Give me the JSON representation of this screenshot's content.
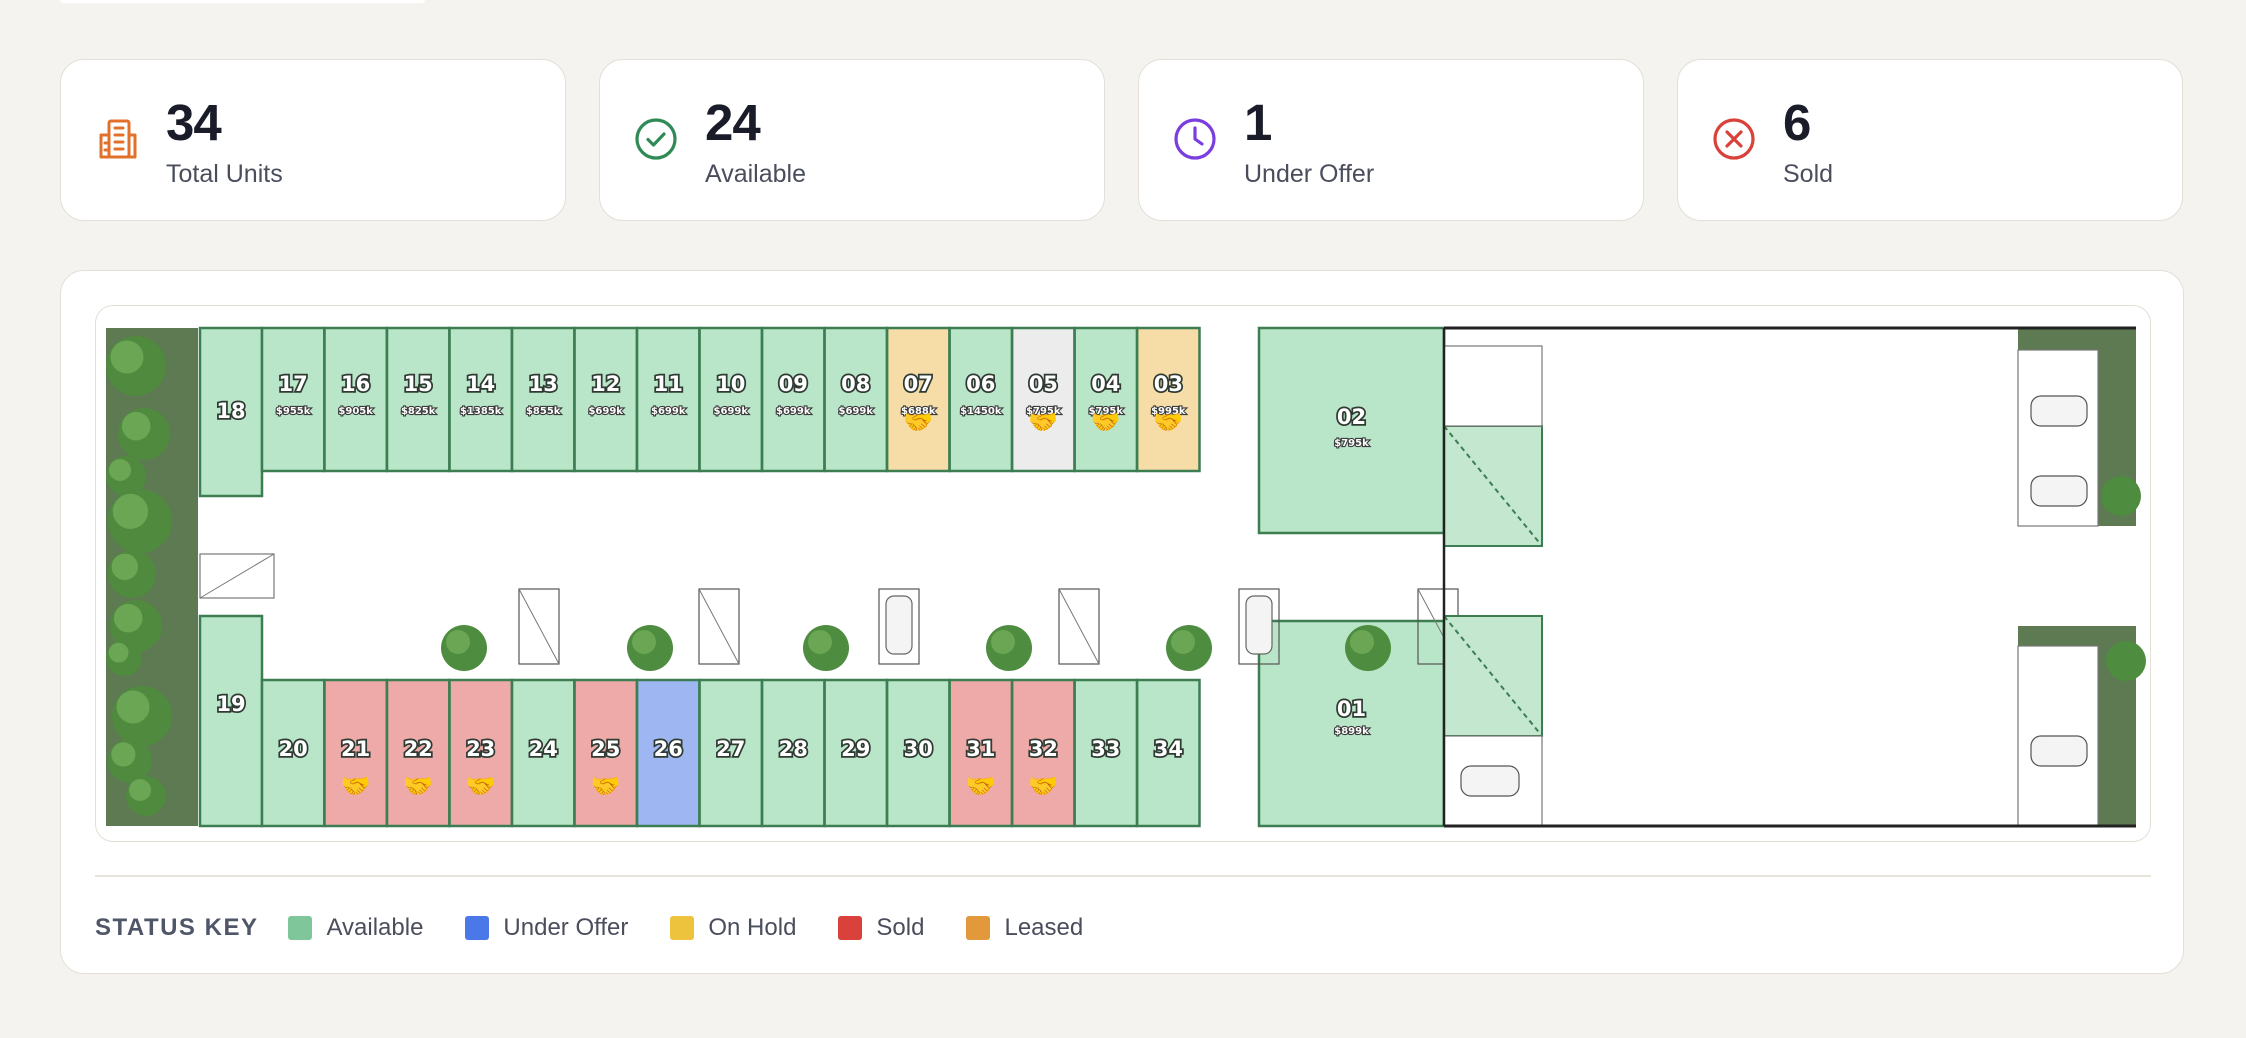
{
  "stats": [
    {
      "key": "total",
      "value": "34",
      "label": "Total Units",
      "icon": "building-icon",
      "color": "#e0702a"
    },
    {
      "key": "available",
      "value": "24",
      "label": "Available",
      "icon": "check-circle-icon",
      "color": "#2f8a55"
    },
    {
      "key": "under_offer",
      "value": "1",
      "label": "Under Offer",
      "icon": "clock-icon",
      "color": "#7a3ee0"
    },
    {
      "key": "sold",
      "value": "6",
      "label": "Sold",
      "icon": "x-circle-icon",
      "color": "#d9423a"
    }
  ],
  "status_colors": {
    "available": "#b9e6c8",
    "under_offer": "#9eb6f2",
    "on_hold": "#f6dca6",
    "sold": "#eeaaa8",
    "withheld": "#ececec",
    "leased": "#f6dca6"
  },
  "units": [
    {
      "id": "18",
      "row": "top",
      "status": "available",
      "price": ""
    },
    {
      "id": "17",
      "row": "top",
      "status": "available",
      "price": "$955k"
    },
    {
      "id": "16",
      "row": "top",
      "status": "available",
      "price": "$905k"
    },
    {
      "id": "15",
      "row": "top",
      "status": "available",
      "price": "$825k"
    },
    {
      "id": "14",
      "row": "top",
      "status": "available",
      "price": "$1385k"
    },
    {
      "id": "13",
      "row": "top",
      "status": "available",
      "price": "$855k"
    },
    {
      "id": "12",
      "row": "top",
      "status": "available",
      "price": "$699k"
    },
    {
      "id": "11",
      "row": "top",
      "status": "available",
      "price": "$699k"
    },
    {
      "id": "10",
      "row": "top",
      "status": "available",
      "price": "$699k"
    },
    {
      "id": "09",
      "row": "top",
      "status": "available",
      "price": "$699k"
    },
    {
      "id": "08",
      "row": "top",
      "status": "available",
      "price": "$699k"
    },
    {
      "id": "07",
      "row": "top",
      "status": "on_hold",
      "price": "$688k",
      "handshake": true
    },
    {
      "id": "06",
      "row": "top",
      "status": "available",
      "price": "$1450k"
    },
    {
      "id": "05",
      "row": "top",
      "status": "withheld",
      "price": "$795k",
      "handshake": true
    },
    {
      "id": "04",
      "row": "top",
      "status": "available",
      "price": "$795k",
      "handshake": true
    },
    {
      "id": "03",
      "row": "top",
      "status": "on_hold",
      "price": "$995k",
      "handshake": true
    },
    {
      "id": "02",
      "row": "top",
      "status": "available",
      "price": "$795k"
    },
    {
      "id": "19",
      "row": "bottom",
      "status": "available",
      "price": ""
    },
    {
      "id": "20",
      "row": "bottom",
      "status": "available",
      "price": ""
    },
    {
      "id": "21",
      "row": "bottom",
      "status": "sold",
      "price": "",
      "handshake": true
    },
    {
      "id": "22",
      "row": "bottom",
      "status": "sold",
      "price": "",
      "handshake": true
    },
    {
      "id": "23",
      "row": "bottom",
      "status": "sold",
      "price": "",
      "handshake": true
    },
    {
      "id": "24",
      "row": "bottom",
      "status": "available",
      "price": ""
    },
    {
      "id": "25",
      "row": "bottom",
      "status": "sold",
      "price": "",
      "handshake": true
    },
    {
      "id": "26",
      "row": "bottom",
      "status": "under_offer",
      "price": ""
    },
    {
      "id": "27",
      "row": "bottom",
      "status": "available",
      "price": ""
    },
    {
      "id": "28",
      "row": "bottom",
      "status": "available",
      "price": ""
    },
    {
      "id": "29",
      "row": "bottom",
      "status": "available",
      "price": ""
    },
    {
      "id": "30",
      "row": "bottom",
      "status": "available",
      "price": ""
    },
    {
      "id": "31",
      "row": "bottom",
      "status": "sold",
      "price": "",
      "handshake": true
    },
    {
      "id": "32",
      "row": "bottom",
      "status": "sold",
      "price": "",
      "handshake": true
    },
    {
      "id": "33",
      "row": "bottom",
      "status": "available",
      "price": ""
    },
    {
      "id": "34",
      "row": "bottom",
      "status": "available",
      "price": ""
    },
    {
      "id": "01",
      "row": "bottom",
      "status": "available",
      "price": "$899k"
    }
  ],
  "legend": {
    "title": "STATUS KEY",
    "items": [
      {
        "label": "Available",
        "color": "#7fc79a"
      },
      {
        "label": "Under Offer",
        "color": "#4a78e8"
      },
      {
        "label": "On Hold",
        "color": "#edc33e"
      },
      {
        "label": "Sold",
        "color": "#d9423a"
      },
      {
        "label": "Leased",
        "color": "#e2993c"
      }
    ]
  }
}
